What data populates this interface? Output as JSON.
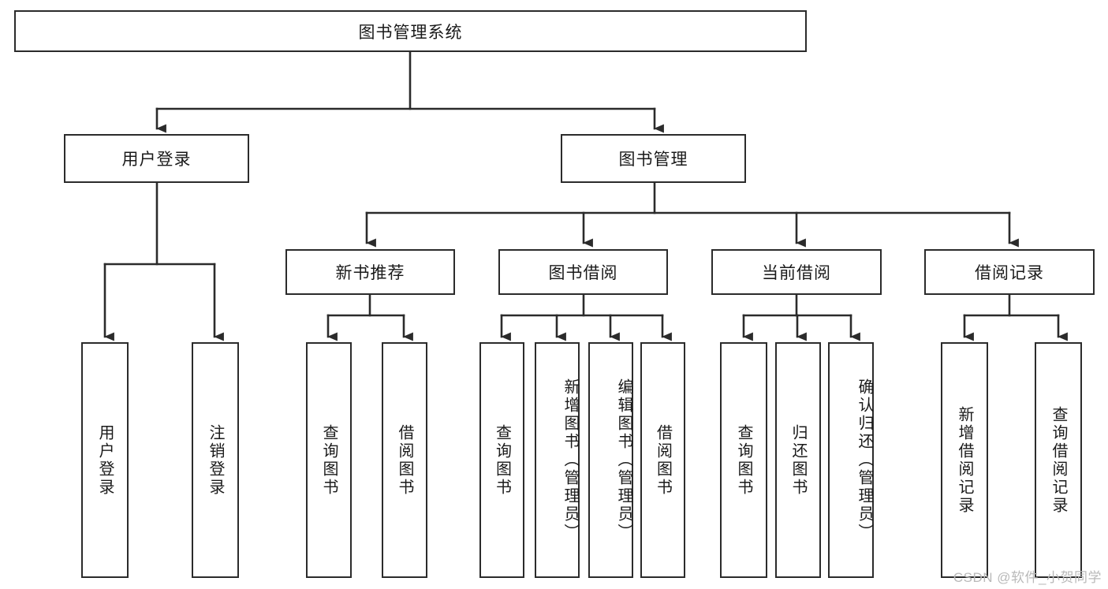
{
  "diagram": {
    "title": "图书管理系统",
    "type": "tree-hierarchy-diagram",
    "root": {
      "id": "root",
      "label": "图书管理系统"
    },
    "level2": [
      {
        "id": "user-login",
        "label": "用户登录"
      },
      {
        "id": "book-management",
        "label": "图书管理"
      }
    ],
    "level3": [
      {
        "id": "new-book-recommend",
        "label": "新书推荐"
      },
      {
        "id": "book-borrow",
        "label": "图书借阅"
      },
      {
        "id": "current-borrow",
        "label": "当前借阅"
      },
      {
        "id": "borrow-record",
        "label": "借阅记录"
      }
    ],
    "leaves": {
      "user-login": [
        {
          "id": "leaf-user-login",
          "label": "用户登录"
        },
        {
          "id": "leaf-logout",
          "label": "注销登录"
        }
      ],
      "new-book-recommend": [
        {
          "id": "leaf-query-book-1",
          "label": "查询图书"
        },
        {
          "id": "leaf-borrow-book-1",
          "label": "借阅图书"
        }
      ],
      "book-borrow": [
        {
          "id": "leaf-query-book-2",
          "label": "查询图书"
        },
        {
          "id": "leaf-add-book",
          "label": "新增图书（管理员）"
        },
        {
          "id": "leaf-edit-book",
          "label": "编辑图书（管理员）"
        },
        {
          "id": "leaf-borrow-book-2",
          "label": "借阅图书"
        }
      ],
      "current-borrow": [
        {
          "id": "leaf-query-book-3",
          "label": "查询图书"
        },
        {
          "id": "leaf-return-book",
          "label": "归还图书"
        },
        {
          "id": "leaf-confirm-return",
          "label": "确认归还（管理员）"
        }
      ],
      "borrow-record": [
        {
          "id": "leaf-add-record",
          "label": "新增借阅记录"
        },
        {
          "id": "leaf-query-record",
          "label": "查询借阅记录"
        }
      ]
    }
  },
  "watermark": {
    "text": "CSDN @软件_小贺同学"
  },
  "colors": {
    "stroke": "#2b2b2b",
    "fill": "#ffffff",
    "text": "#1a1a1a",
    "watermark": "#b9b9b9"
  }
}
